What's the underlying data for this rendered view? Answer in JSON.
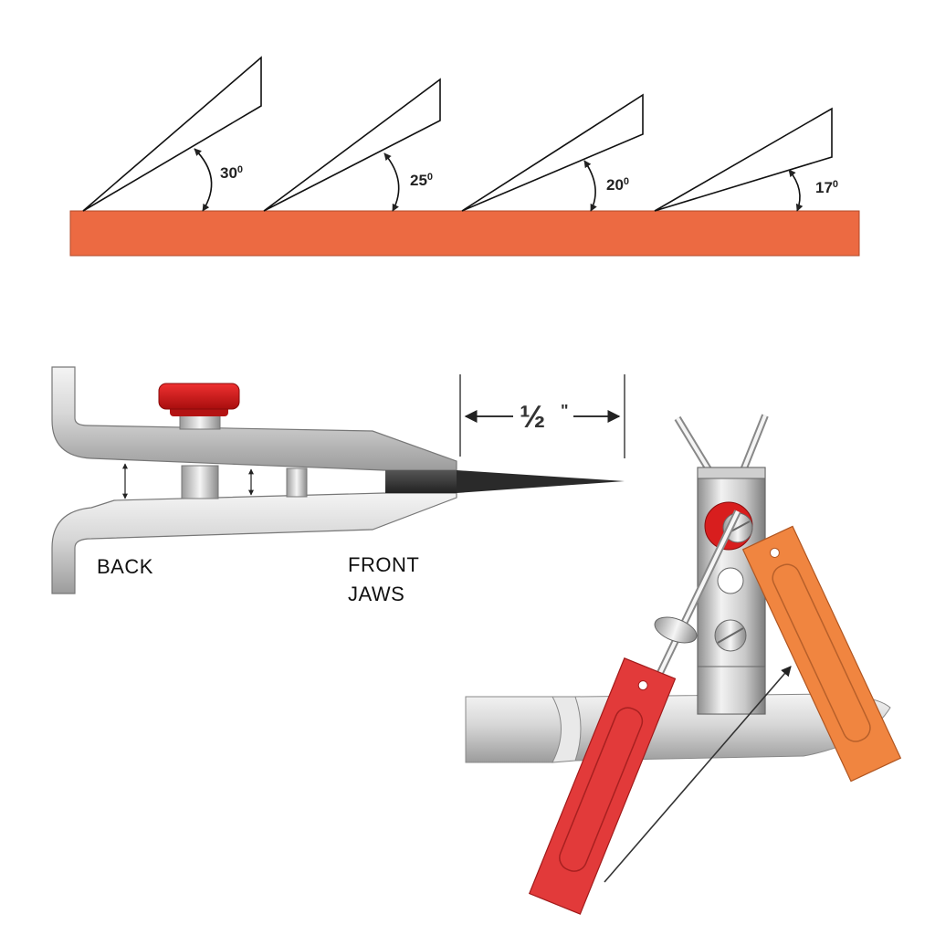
{
  "angles": [
    {
      "value": "30",
      "unit": "0"
    },
    {
      "value": "25",
      "unit": "0"
    },
    {
      "value": "20",
      "unit": "0"
    },
    {
      "value": "17",
      "unit": "0"
    }
  ],
  "stone_color": "#EC6A42",
  "clamp": {
    "back_label": "BACK",
    "front_label_line1": "FRONT",
    "front_label_line2": "JAWS",
    "dimension_value": "½",
    "dimension_unit": "\"",
    "knob_color": "#D91E1E"
  },
  "hones": {
    "left_color": "#E23A3A",
    "right_color": "#F08540"
  }
}
